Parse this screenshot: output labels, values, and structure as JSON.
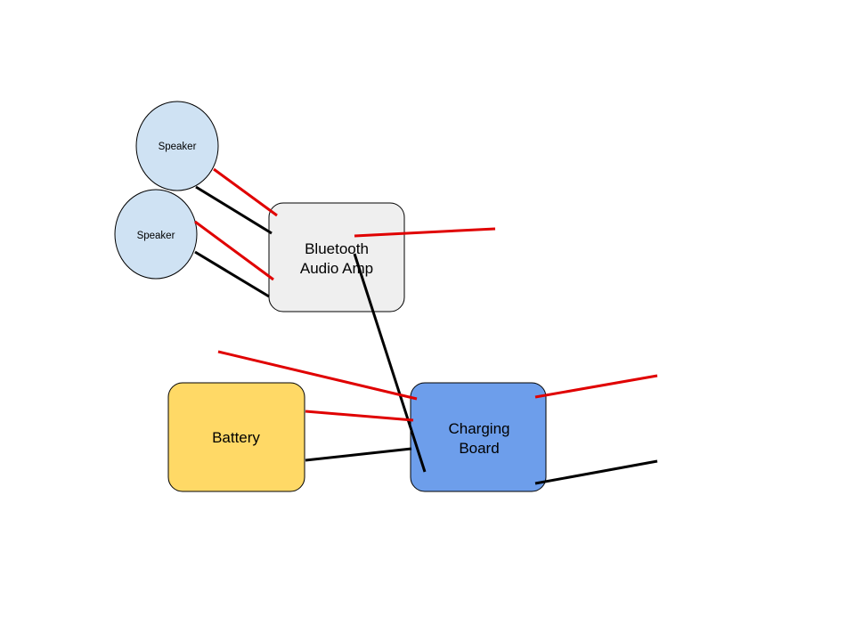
{
  "colors": {
    "speaker_fill": "#cfe2f3",
    "amp_fill": "#efefef",
    "battery_fill": "#ffd966",
    "charging_board_fill": "#6d9eeb",
    "outline": "#000000",
    "positive_wire": "#e00000",
    "negative_wire": "#000000"
  },
  "nodes": {
    "speaker_top": {
      "label": "Speaker"
    },
    "speaker_bottom": {
      "label": "Speaker"
    },
    "amp": {
      "label_line1": "Bluetooth",
      "label_line2": "Audio Amp"
    },
    "battery": {
      "label": "Battery"
    },
    "charging_board": {
      "label_line1": "Charging",
      "label_line2": "Board"
    }
  },
  "wires": [
    {
      "id": "speaker-top-positive",
      "polarity": "positive"
    },
    {
      "id": "speaker-top-negative",
      "polarity": "negative"
    },
    {
      "id": "speaker-bottom-positive",
      "polarity": "positive"
    },
    {
      "id": "speaker-bottom-negative",
      "polarity": "negative"
    },
    {
      "id": "amp-positive-out",
      "polarity": "positive"
    },
    {
      "id": "amp-to-board-negative",
      "polarity": "negative"
    },
    {
      "id": "board-positive-in",
      "polarity": "positive"
    },
    {
      "id": "battery-positive",
      "polarity": "positive"
    },
    {
      "id": "battery-negative",
      "polarity": "negative"
    },
    {
      "id": "board-positive-out",
      "polarity": "positive"
    },
    {
      "id": "board-negative-out",
      "polarity": "negative"
    }
  ]
}
